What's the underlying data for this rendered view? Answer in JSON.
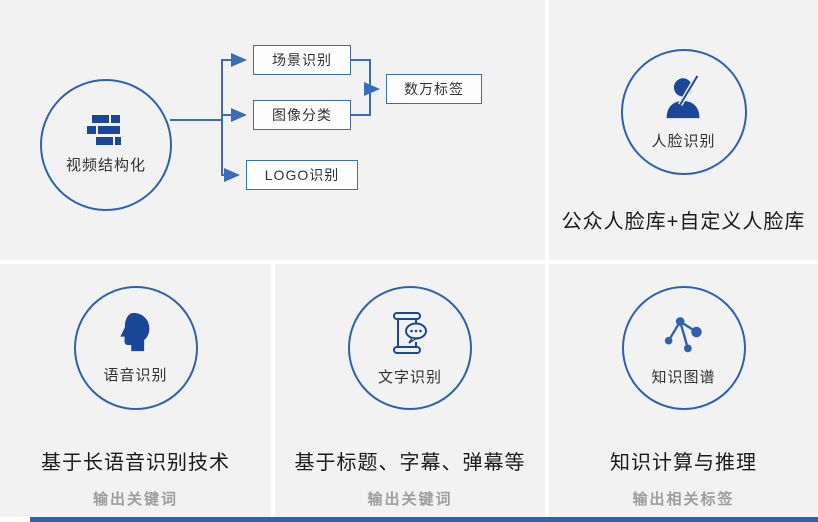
{
  "panels": {
    "video": {
      "circle_label": "视频结构化",
      "boxes": [
        {
          "label": "场景识别"
        },
        {
          "label": "图像分类"
        },
        {
          "label": "LOGO识别"
        }
      ],
      "result_box": "数万标签"
    },
    "face": {
      "circle_label": "人脸识别",
      "caption": "公众人脸库+自定义人脸库"
    },
    "speech": {
      "circle_label": "语音识别",
      "caption": "基于长语音识别技术",
      "sub_caption": "输出关键词"
    },
    "ocr": {
      "circle_label": "文字识别",
      "caption": "基于标题、字幕、弹幕等",
      "sub_caption": "输出关键词"
    },
    "knowledge": {
      "circle_label": "知识图谱",
      "caption": "知识计算与推理",
      "sub_caption": "输出相关标签"
    }
  },
  "icons": {
    "video_icon": "film-blocks-icon",
    "face_icon": "person-bust-pen-icon",
    "speech_icon": "head-profile-icon",
    "ocr_icon": "scroll-speech-bubble-icon",
    "knowledge_icon": "network-graph-icon"
  },
  "colors": {
    "accent_blue": "#2e62ae",
    "icon_blue": "#1b4896",
    "connector_blue": "#3a6cb8",
    "panel_bg": "#f2f2f2",
    "caption_dark": "#1a1a1a",
    "caption_gray": "#9e9e9e"
  }
}
